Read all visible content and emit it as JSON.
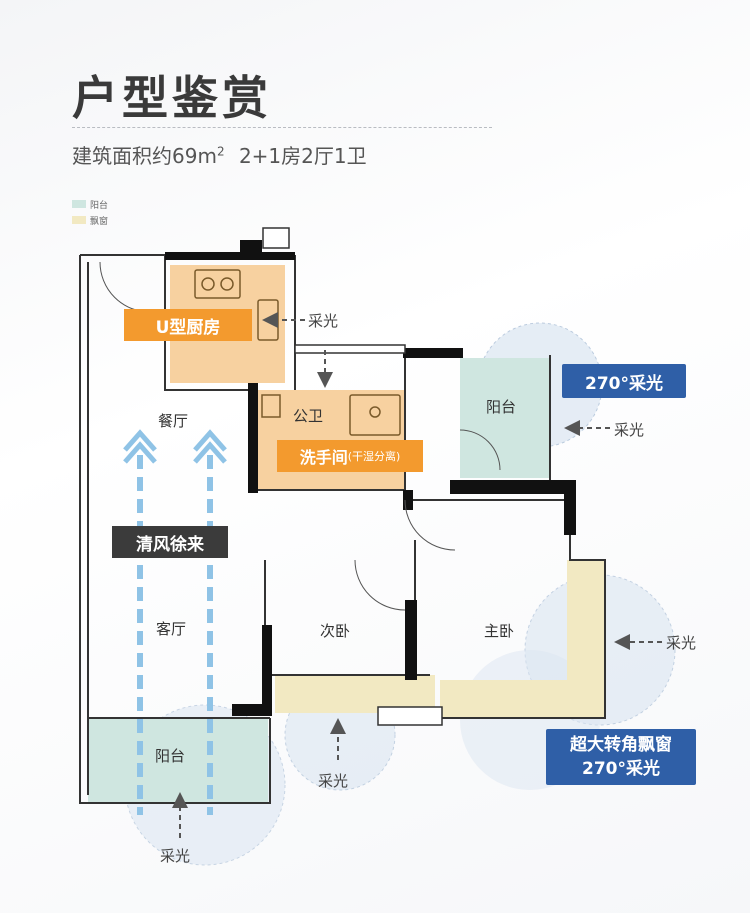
{
  "header": {
    "title": "户型鉴赏",
    "area_text": "建筑面积约69m",
    "area_sup": "2",
    "layout_text": "2+1房2厅1卫"
  },
  "legend": {
    "items": [
      {
        "label": "阳台",
        "color": "#cfe6e0"
      },
      {
        "label": "飘窗",
        "color": "#f2e9c2"
      }
    ]
  },
  "rooms": {
    "dining": "餐厅",
    "living": "客厅",
    "balcony_bottom": "阳台",
    "balcony_right": "阳台",
    "bath": "公卫",
    "second_bedroom": "次卧",
    "master_bedroom": "主卧"
  },
  "tags": {
    "kitchen": "U型厨房",
    "washroom": "洗手间",
    "washroom_note": "(干湿分离)",
    "breeze": "清风徐来",
    "balcony_light": "270°采光",
    "bay_window_line1": "超大转角飘窗",
    "bay_window_line2": "270°采光"
  },
  "light_labels": {
    "kitchen": "采光",
    "balcony_right": "采光",
    "master": "采光",
    "second": "采光",
    "bottom": "采光"
  },
  "colors": {
    "balcony": "#cfe6e0",
    "bay_window": "#f2e9c2",
    "kitchen_fill": "#f6c98f",
    "accent_orange": "#f39a2e",
    "accent_blue": "#2f5fa7",
    "wall": "#111111",
    "light_circle": "#dbe6f2"
  }
}
